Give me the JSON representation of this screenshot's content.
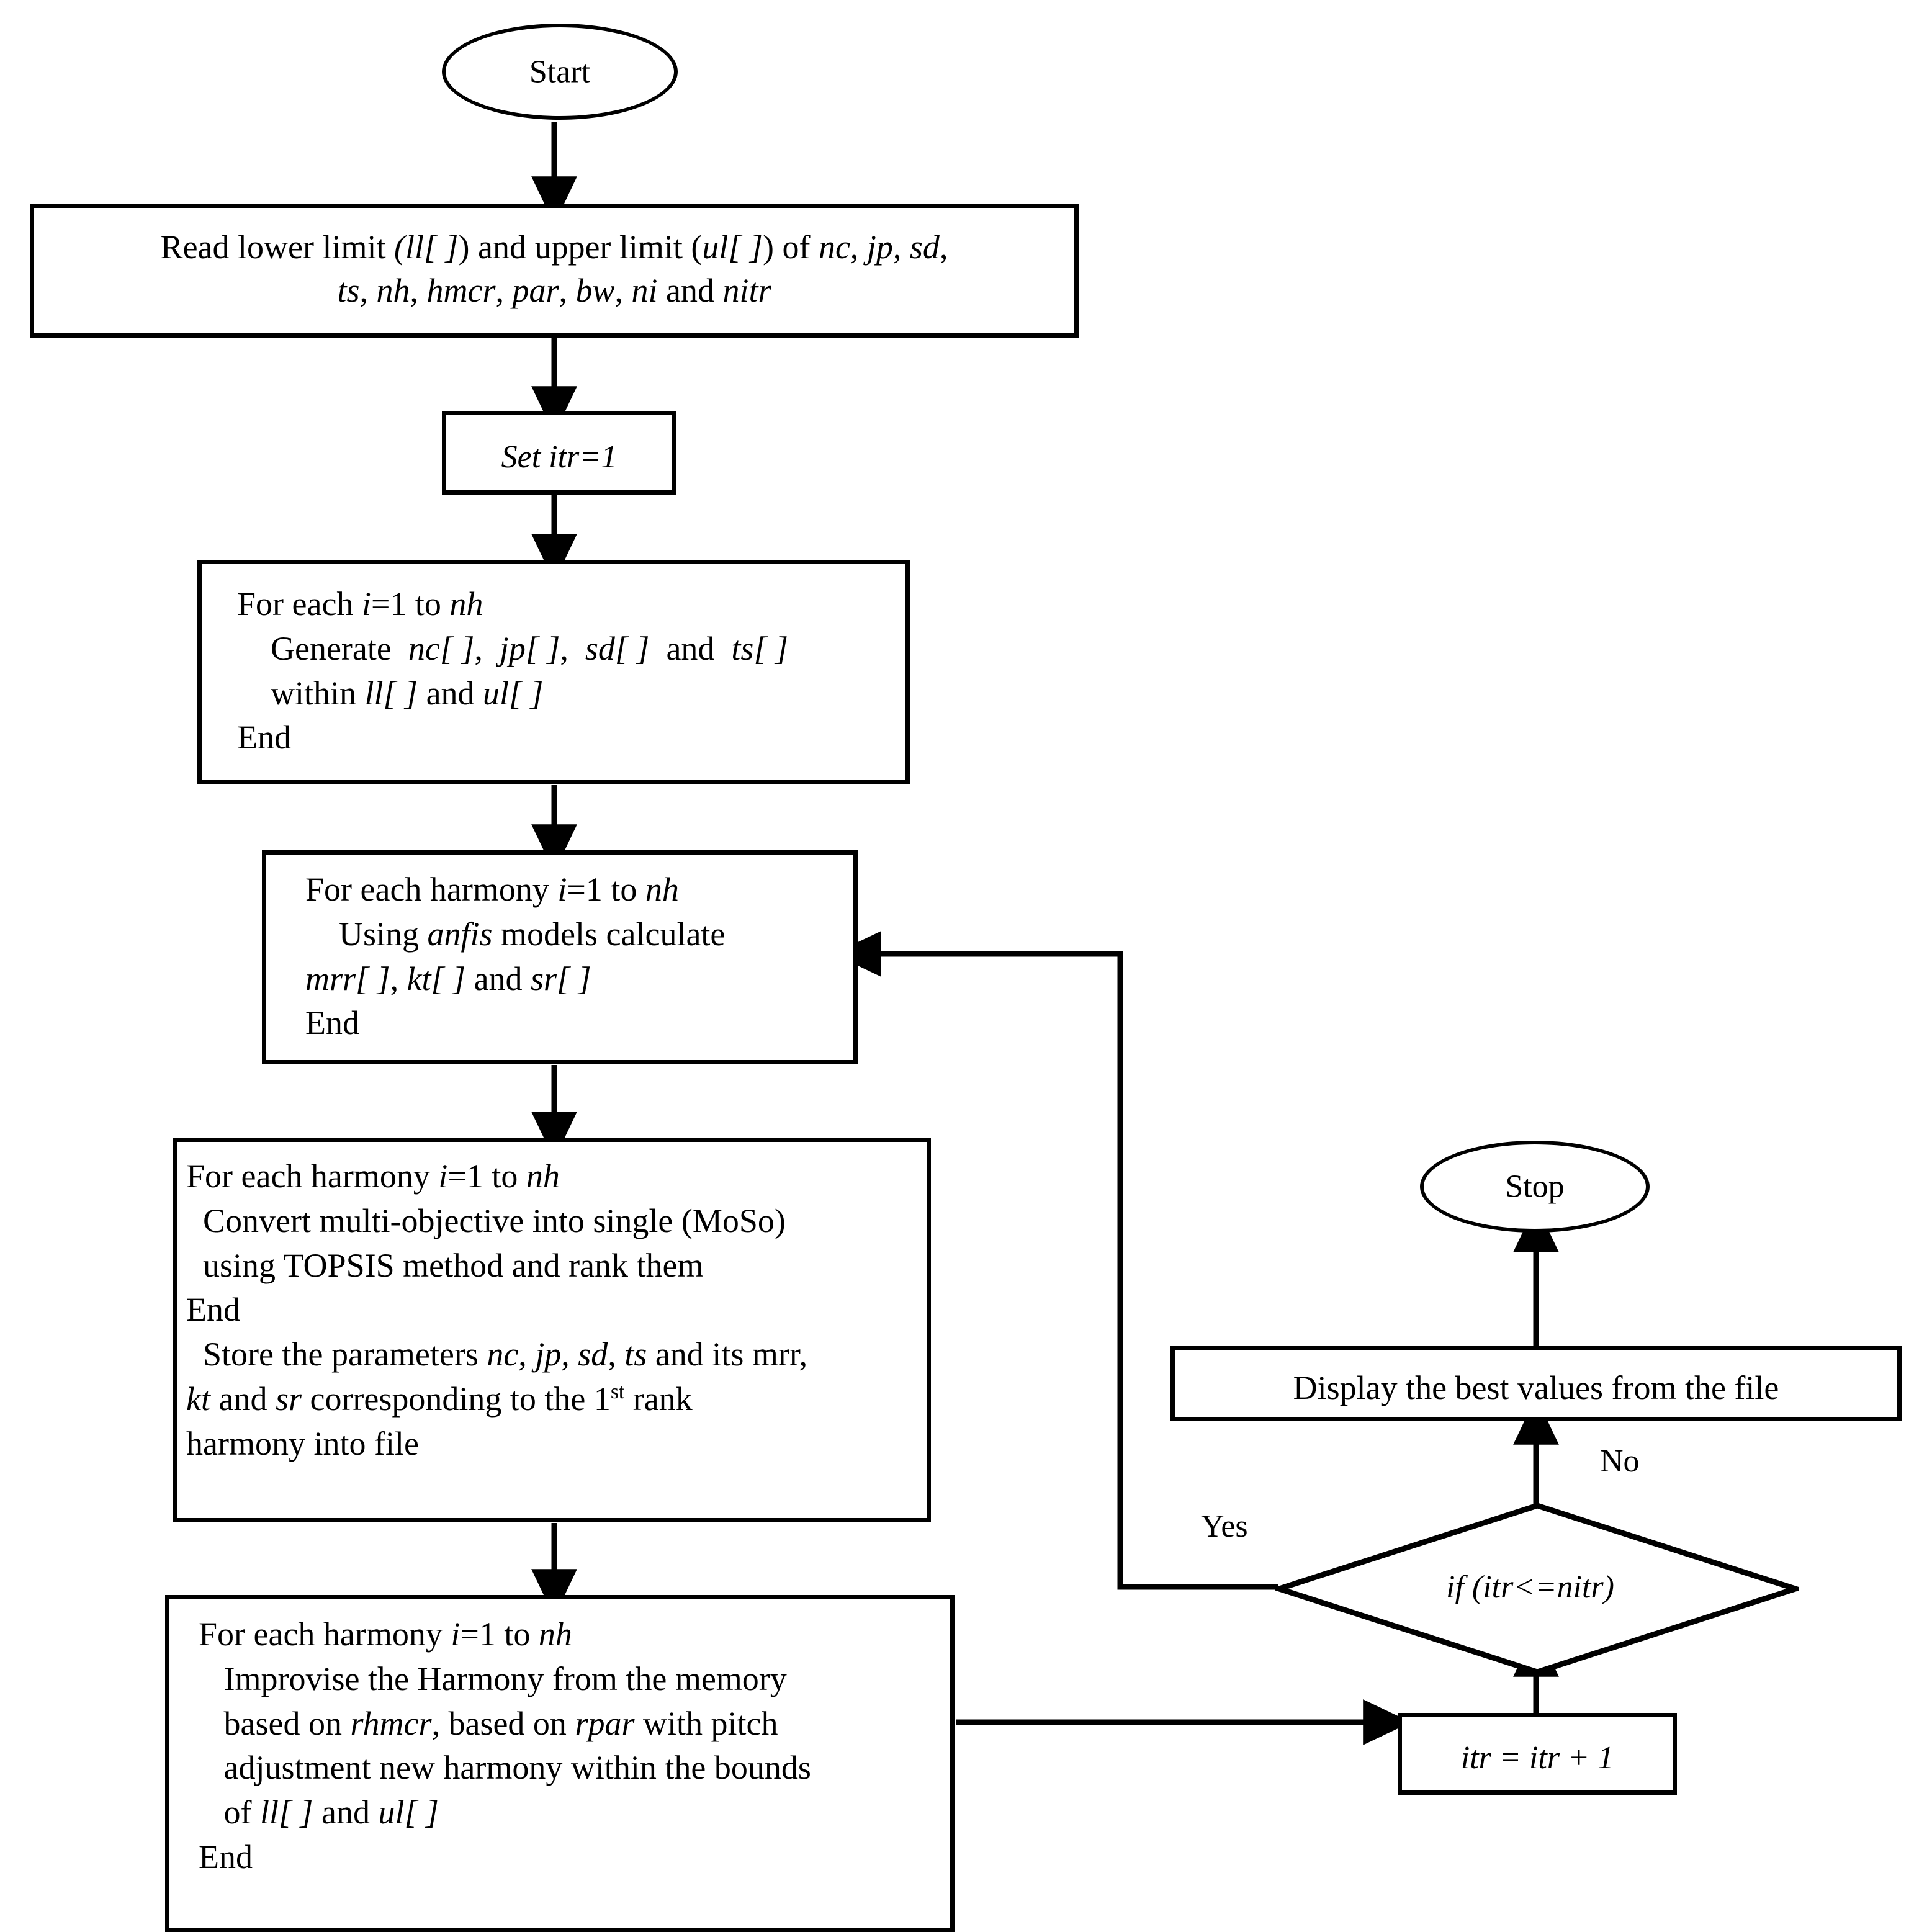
{
  "diagram": {
    "type": "flowchart",
    "title": "Harmony search with ANFIS and TOPSIS optimization flowchart",
    "nodes": {
      "start": {
        "shape": "terminal",
        "label": "Start"
      },
      "read_limits": {
        "shape": "process",
        "lines": [
          "Read lower limit (ll[ ]) and upper limit (ul[ ]) of nc, jp, sd,",
          "ts, nh, hmcr, par, bw, ni and nitr"
        ]
      },
      "set_itr": {
        "shape": "process",
        "label": "Set itr=1"
      },
      "generate": {
        "shape": "process",
        "lines": [
          "For each i=1 to nh",
          "    Generate  nc[ ],  jp[ ],  sd[ ]  and  ts[ ]",
          "    within ll[ ] and ul[ ]",
          "End"
        ]
      },
      "anfis": {
        "shape": "process",
        "lines": [
          "For each harmony i=1 to nh",
          "    Using anfis models calculate",
          "    mrr[ ], kt[ ] and sr[ ]",
          "End"
        ]
      },
      "topsis": {
        "shape": "process",
        "lines": [
          "For each harmony i=1 to nh",
          "  Convert multi-objective into single (MoSo)",
          "  using TOPSIS method and rank them",
          "End",
          "  Store the parameters nc, jp, sd, ts and its mrr,",
          "kt and sr corresponding to the 1st rank",
          "harmony into file"
        ]
      },
      "improvise": {
        "shape": "process",
        "lines": [
          "For each harmony i=1 to nh",
          "   Improvise the Harmony from the memory",
          "   based on rhmcr, based on rpar with pitch",
          "   adjustment new harmony within the bounds",
          "   of ll[ ] and ul[ ]",
          "End"
        ]
      },
      "increment": {
        "shape": "process",
        "label": "itr = itr + 1"
      },
      "decision": {
        "shape": "diamond",
        "label": "if (itr<=nitr)"
      },
      "display": {
        "shape": "process",
        "label": "Display the best values from the file"
      },
      "stop": {
        "shape": "terminal",
        "label": "Stop"
      }
    },
    "edge_labels": {
      "yes": "Yes",
      "no": "No"
    },
    "colors": {
      "stroke": "#000000",
      "fill": "#ffffff",
      "text": "#000000"
    }
  }
}
